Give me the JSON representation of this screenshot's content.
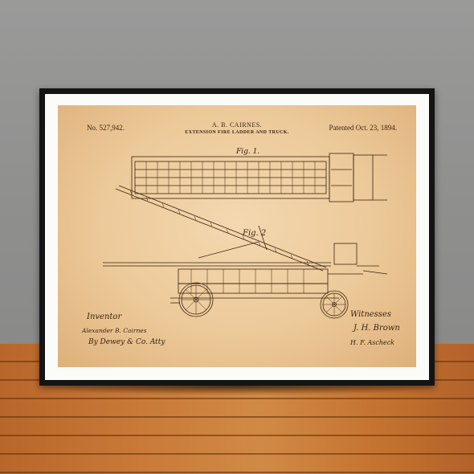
{
  "patent": {
    "number": "No. 527,942.",
    "inventor": "A. B. CAIRNES.",
    "title": "EXTENSION FIRE LADDER AND TRUCK.",
    "date": "Patented Oct. 23, 1894.",
    "fig1": "Fig. 1.",
    "fig2": "Fig. 2",
    "inventor_label": "Inventor",
    "inventor_signature": "Alexander B. Cairnes",
    "attorney_signature": "By Dewey & Co. Atty",
    "witnesses_label": "Witnesses",
    "witness1": "J. H. Brown",
    "witness2": "H. F. Ascheck"
  },
  "colors": {
    "wall": "#8f8f8e",
    "floor": "#c97a38",
    "frame": "#141414",
    "mat": "#fbfbf8",
    "paper": "#ecc999",
    "ink": "#3a2410"
  }
}
